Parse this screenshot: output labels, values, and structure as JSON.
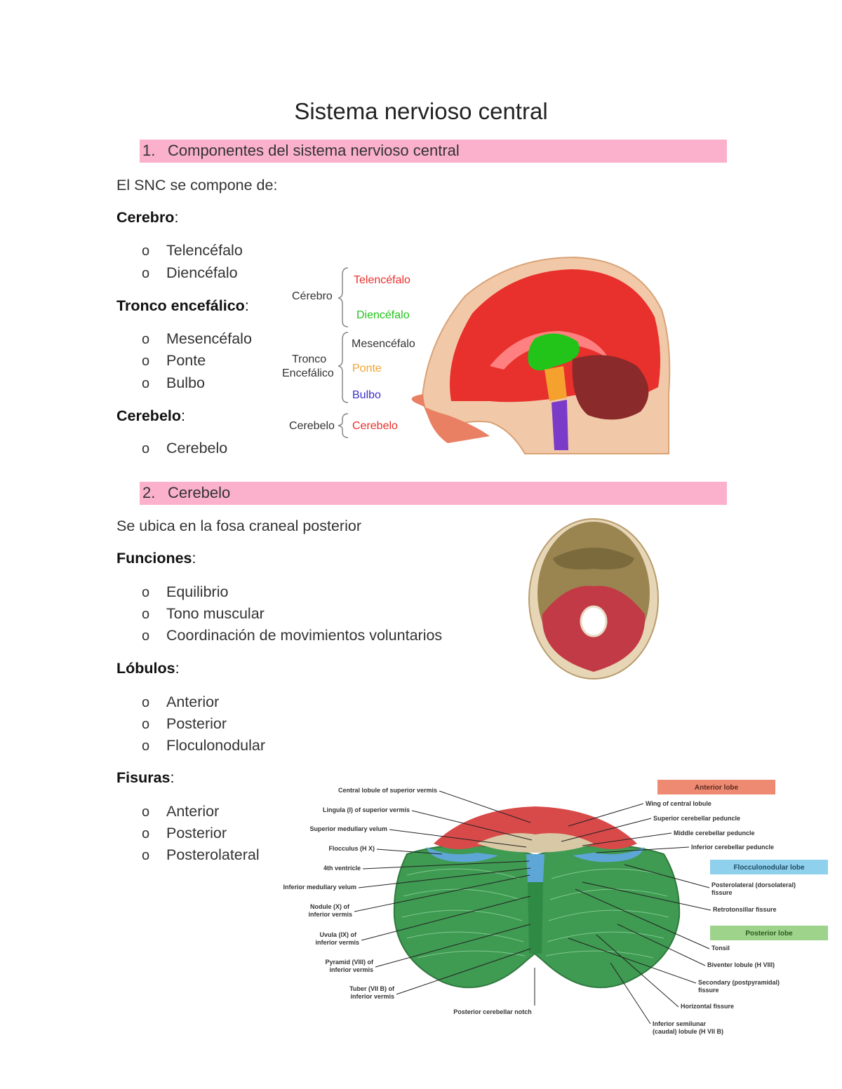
{
  "title": "Sistema nervioso central",
  "section1": {
    "number": "1.",
    "heading": "Componentes del sistema nervioso central",
    "intro": "El SNC se compone de:",
    "groups": [
      {
        "label": "Cerebro",
        "items": [
          "Telencéfalo",
          "Diencéfalo"
        ]
      },
      {
        "label": "Tronco encefálico",
        "items": [
          "Mesencéfalo",
          "Ponte",
          "Bulbo"
        ]
      },
      {
        "label": "Cerebelo",
        "items": [
          "Cerebelo"
        ]
      }
    ],
    "figure": {
      "cerebro": "Cérebro",
      "tronco_1": "Tronco",
      "tronco_2": "Encefálico",
      "cerebelo": "Cerebelo",
      "telencefalo": "Telencéfalo",
      "diencefalo": "Diencéfalo",
      "mesencefalo": "Mesencéfalo",
      "ponte": "Ponte",
      "bulbo": "Bulbo",
      "cerebelo_part": "Cerebelo"
    }
  },
  "section2": {
    "number": "2.",
    "heading": "Cerebelo",
    "intro": "Se ubica en la fosa craneal posterior",
    "funciones_label": "Funciones",
    "funciones": [
      "Equilibrio",
      "Tono muscular",
      "Coordinación de movimientos voluntarios"
    ],
    "lobulos_label": "Lóbulos",
    "lobulos": [
      "Anterior",
      "Posterior",
      "Floculonodular"
    ],
    "fisuras_label": "Fisuras",
    "fisuras": [
      "Anterior",
      "Posterior",
      "Posterolateral"
    ]
  },
  "cerebellum_figure": {
    "legend": {
      "anterior": "Anterior lobe",
      "floculonodular": "Flocculonodular lobe",
      "posterior": "Posterior lobe"
    },
    "left_labels": [
      "Central lobule of superior vermis",
      "Lingula (I) of superior vermis",
      "Superior medullary velum",
      "Flocculus (H X)",
      "4th ventricle",
      "Inferior medullary velum",
      "Nodule (X) of",
      "inferior vermis",
      "Uvula (IX) of",
      "inferior vermis",
      "Pyramid (VIII) of",
      "inferior vermis",
      "Tuber (VII B) of",
      "inferior vermis"
    ],
    "bottom_label": "Posterior cerebellar notch",
    "right_labels": [
      "Wing of central lobule",
      "Superior cerebellar peduncle",
      "Middle cerebellar peduncle",
      "Inferior cerebellar peduncle",
      "Posterolateral (dorsolateral)",
      "fissure",
      "Retrotonsillar fissure",
      "Tonsil",
      "Biventer lobule (H VIII)",
      "Secondary (postpyramidal)",
      "fissure",
      "Horizontal fissure",
      "Inferior semilunar",
      "(caudal) lobule (H VII B)"
    ]
  },
  "colors": {
    "heading_bar": "#fbb1cc",
    "telencefalo": "#e8302c",
    "diencefalo": "#22c41a",
    "ponte": "#f4a12e",
    "bulbo": "#3b30c8",
    "legend_anterior": "#ef8a72",
    "legend_floculonodular": "#8fd0ec",
    "legend_posterior": "#9ed38c"
  }
}
